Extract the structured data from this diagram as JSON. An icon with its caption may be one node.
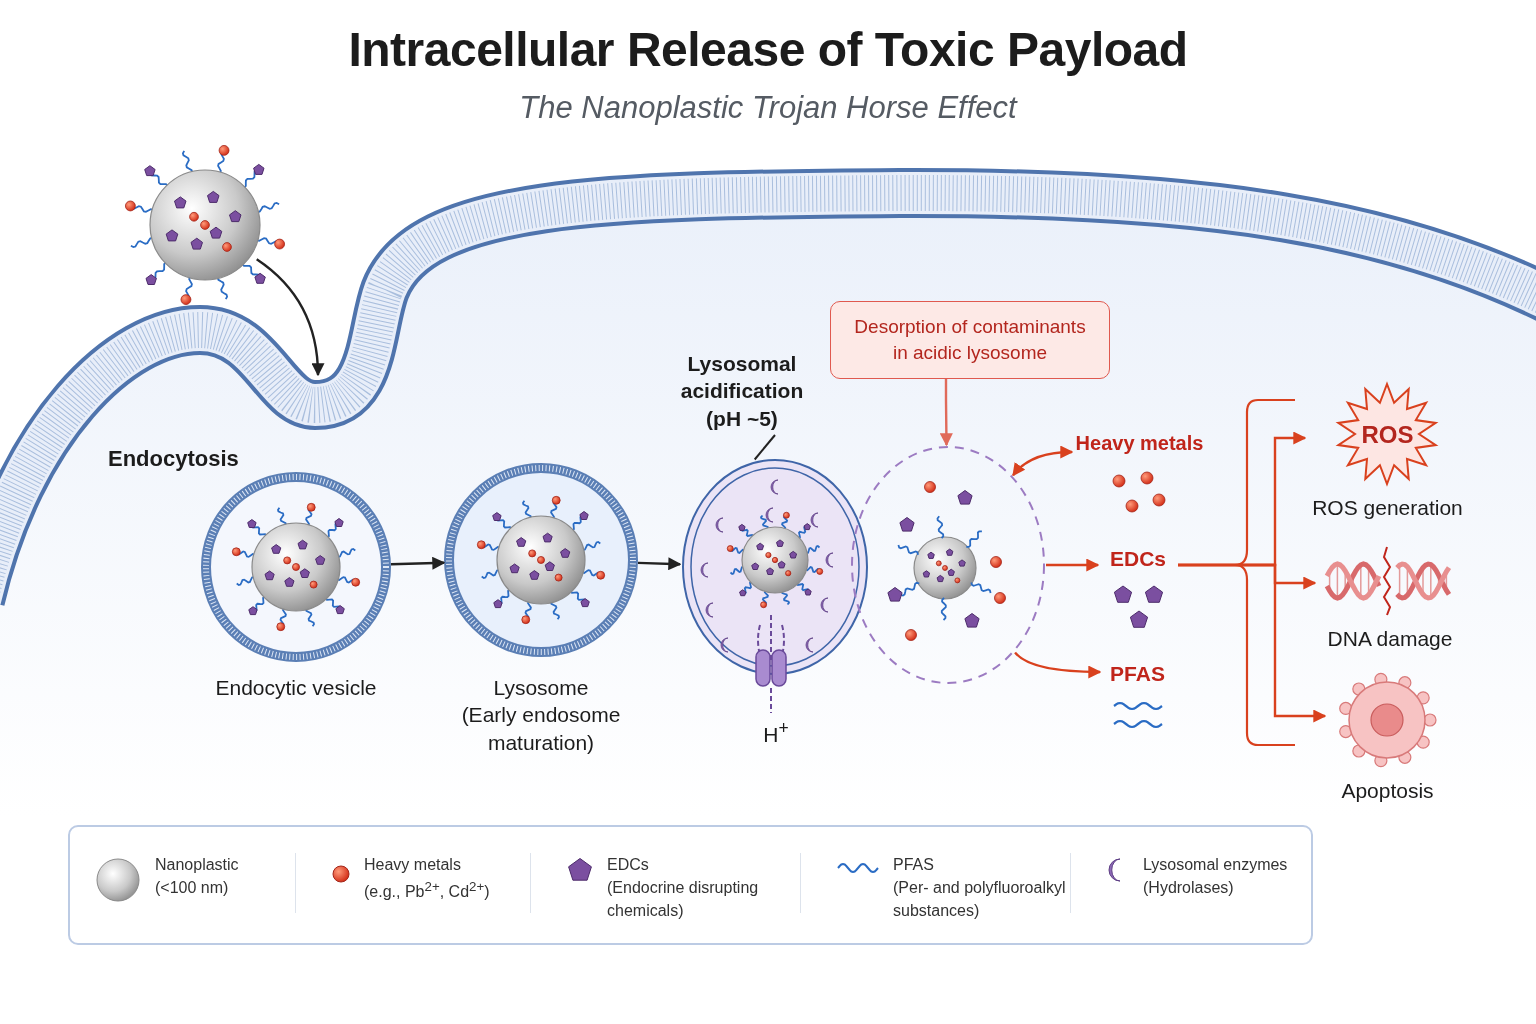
{
  "diagram": {
    "title": "Intracellular Release of Toxic Payload",
    "nodes": [
      {
        "text": [],
        "shape": "picture"
      },
      {
        "text": [
          "Endocytic vesicle"
        ]
      },
      {
        "text": [
          "Lysosome (Early endosome maturation)"
        ]
      },
      {
        "text": [],
        "shape": "circle",
        "beside": [
          "H$^{+}$"
        ]
      },
      {
        "text": [
          "Lysosomal acidification (pH ~5)"
        ]
      },
      {
        "text": [
          "Desorption of contaminants in acidic lysosome"
        ]
      },
      {
        "text": [],
        "shape": "circle"
      },
      {
        "text": [
          "Heavy metals"
        ]
      },
      {
        "text": [
          "EDCs"
        ]
      },
      {
        "text": [
          "PFAS"
        ]
      },
      {
        "text": [
          "ROS",
          "ROS generation"
        ]
      },
      {
        "text": [
          "DNA damage"
        ]
      },
      {
        "text": [
          "Apoptosis"
        ]
      }
    ],
    "edges": [
      {
        "from": 0,
        "to": null,
        "arrow": "to",
        "color": "#222222"
      },
      {
        "from": 1,
        "to": 2,
        "arrow": "to",
        "color": "#222222"
      },
      {
        "from": 2,
        "to": 3,
        "arrow": "to",
        "color": "#222222"
      },
      {
        "from": 4,
        "to": 3,
        "arrow": "none",
        "color": "#222222"
      },
      {
        "from": 5,
        "to": 6,
        "arrow": "to",
        "color": "#e06a5a"
      },
      {
        "from": 6,
        "to": 7,
        "arrow": "both",
        "color": "#d9411e"
      },
      {
        "from": 6,
        "to": 8,
        "arrow": "to",
        "color": "#d9411e"
      },
      {
        "from": 6,
        "to": 9,
        "arrow": "to",
        "color": "#d9411e"
      },
      {
        "from": 8,
        "to": 10,
        "arrow": "to",
        "color": "#d9411e"
      },
      {
        "from": 8,
        "to": 11,
        "arrow": "to",
        "color": "#d9411e"
      },
      {
        "from": 8,
        "to": 12,
        "arrow": "to",
        "color": "#d9411e"
      }
    ],
    "labels": [
      "The Nanoplastic Trojan Horse Effect",
      "Endocytosis"
    ],
    "legend": [
      {
        "text": "Nanoplastic (<100 nm)"
      },
      {
        "text": "Heavy metals (e.g., Pb$^{2+}$, Cd$^{2+}$)"
      },
      {
        "text": "EDCs (Endocrine disrupting chemicals)"
      },
      {
        "text": "PFAS (Per- and polyfluoroalkyl substances)"
      },
      {
        "text": "Lysosomal enzymes (Hydrolases)"
      }
    ]
  }
}
